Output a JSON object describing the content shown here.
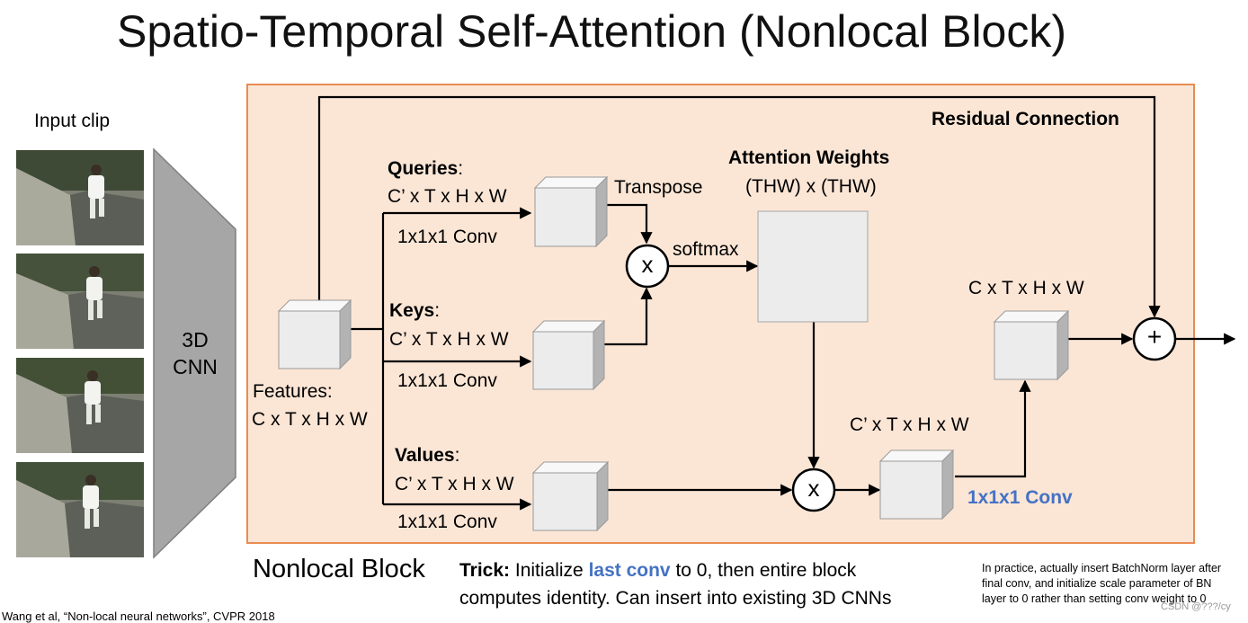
{
  "title": "Spatio-Temporal Self-Attention (Nonlocal Block)",
  "input": {
    "label": "Input clip"
  },
  "cnn": {
    "line1": "3D",
    "line2": "CNN"
  },
  "features": {
    "label": "Features:",
    "dims": "C x T x H x W"
  },
  "queries": {
    "name": "Queries",
    "colon": ":",
    "dims": "C’ x T x H x W",
    "conv": "1x1x1 Conv"
  },
  "keys": {
    "name": "Keys",
    "colon": ":",
    "dims": "C’ x T x H x W",
    "conv": "1x1x1 Conv"
  },
  "values": {
    "name": "Values",
    "colon": ":",
    "dims": "C’ x T x H x W",
    "conv": "1x1x1 Conv"
  },
  "transpose": "Transpose",
  "softmax": "softmax",
  "attention": {
    "title": "Attention Weights",
    "dims": "(THW) x (THW)"
  },
  "residual": "Residual Connection",
  "mult_symbol": "x",
  "plus_symbol": "+",
  "output_conv": {
    "dims_in": "C’ x T x H x W",
    "label": "1x1x1 Conv",
    "dims_out": "C x T x H x W"
  },
  "footer": {
    "block_label": "Nonlocal Block",
    "trick_bold": "Trick:",
    "trick_pre": " Initialize ",
    "trick_highlight": "last conv",
    "trick_post": " to 0, then entire block",
    "trick_line2": "computes identity. Can insert into existing 3D CNNs",
    "note_line1": "In practice, actually insert BatchNorm layer after",
    "note_line2": "final conv, and initialize scale parameter of BN",
    "note_line3": "layer to 0 rather than setting conv weight to 0",
    "citation": "Wang et al, “Non-local neural networks”, CVPR 2018",
    "watermark": "CSDN @???/cy"
  },
  "colors": {
    "panel_bg": "#fbe6d6",
    "panel_border": "#e88c52",
    "accent_blue": "#4472c4",
    "cube_face": "#ececec"
  }
}
